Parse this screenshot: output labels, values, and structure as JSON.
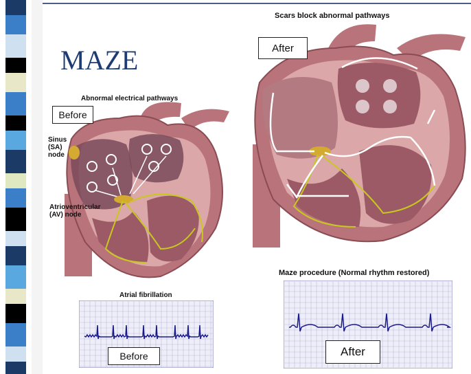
{
  "slide": {
    "title": "MAZE"
  },
  "before_panel": {
    "box_label": "Before",
    "top_label": "Abnormal electrical pathways",
    "sa_label": "Sinus\n(SA)\nnode",
    "av_label": "Atrioventricular\n(AV) node",
    "ecg_caption": "Atrial fibrillation",
    "ecg_box_label": "Before"
  },
  "after_panel": {
    "top_label": "Scars block abnormal pathways",
    "box_label": "After",
    "ecg_caption": "Maze procedure (Normal rhythm restored)",
    "ecg_box_label": "After"
  },
  "colors": {
    "heart_outer": "#b8747a",
    "heart_inner": "#dba7a8",
    "chamber": "#7a4a5a",
    "nerve": "#c8c81e",
    "ecg_bg": "#eeeef8",
    "ecg_grid": "#bdbde0",
    "ecg_trace": "#1a1a8a",
    "title": "#1f3b73"
  }
}
